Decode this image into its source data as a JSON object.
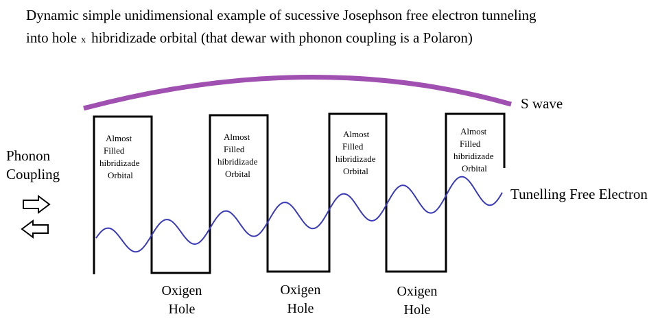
{
  "title": {
    "line1": "Dynamic simple unidimensional example of sucessive Josephson free electron tunneling",
    "line2_pre": "into hole",
    "line2_x": "x",
    "line2_post": "hibridizade orbital   (that dewar with phonon coupling is a Polaron)"
  },
  "labels": {
    "s_wave": "S wave",
    "tunneling": "Tunelling Free Electron",
    "phonon_line1": "Phonon",
    "phonon_line2": "Coupling"
  },
  "orbitals": [
    {
      "lines": [
        "Almost",
        "Filled",
        "hibridizade",
        "Orbital"
      ]
    },
    {
      "lines": [
        "Almost",
        "Filled",
        "hibridizade",
        "Orbital"
      ]
    },
    {
      "lines": [
        "Almost",
        "Filled",
        "hibridizade",
        "Orbital"
      ]
    },
    {
      "lines": [
        "Almost",
        "Filled",
        "hibridizade",
        "Orbital"
      ]
    }
  ],
  "holes": [
    {
      "lines": [
        "Oxigen",
        "Hole"
      ]
    },
    {
      "lines": [
        "Oxigen",
        "Hole"
      ]
    },
    {
      "lines": [
        "Oxigen",
        "Hole"
      ]
    }
  ],
  "colors": {
    "s_wave": "#a050b0",
    "electron_wave": "#3a3ab8",
    "square_wave": "#000000",
    "arrows": "#000000"
  },
  "icons": [
    "arrow-right-outline-icon",
    "arrow-left-outline-icon"
  ]
}
